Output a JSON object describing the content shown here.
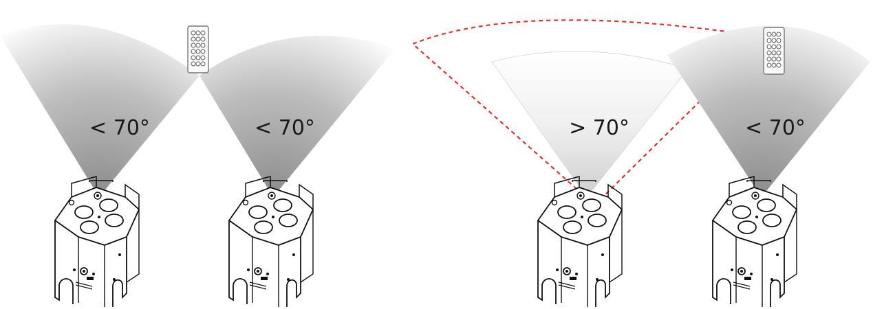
{
  "panels": [
    {
      "angle_label": "< 70°",
      "status": "in-range"
    },
    {
      "angle_label": "< 70°",
      "status": "in-range"
    },
    {
      "angle_label": "> 70°",
      "status": "out-of-range"
    },
    {
      "angle_label": "< 70°",
      "status": "in-range"
    }
  ],
  "colors": {
    "cone_fill": "#9a9a9a",
    "out_of_range_line": "#e03030",
    "outline": "#111111"
  },
  "icons": [
    "remote-control-icon",
    "par-light-fixture-icon"
  ]
}
